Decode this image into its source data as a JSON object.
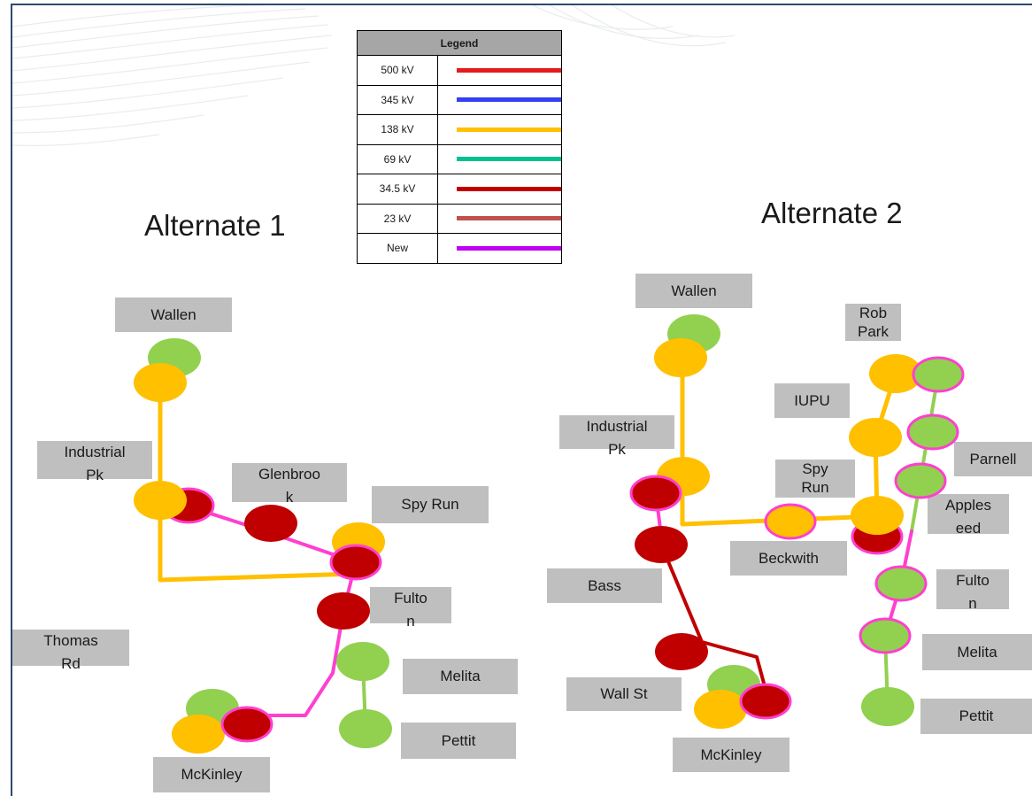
{
  "titles": {
    "alternate_1": "Alternate 1",
    "alternate_2": "Alternate 2"
  },
  "legend": {
    "title": "Legend",
    "items": [
      {
        "label": "500 kV",
        "color": "#e31b1b"
      },
      {
        "label": "345 kV",
        "color": "#3340f0"
      },
      {
        "label": "138 kV",
        "color": "#ffc000"
      },
      {
        "label": "69 kV",
        "color": "#00c08f"
      },
      {
        "label": "34.5 kV",
        "color": "#c00000"
      },
      {
        "label": "23 kV",
        "color": "#c0504d"
      },
      {
        "label": "New",
        "color": "#c000f0"
      }
    ]
  },
  "node_colors": {
    "orange": "#ffc000",
    "green": "#92d050",
    "dark_red": "#c00000",
    "pink_outline": "#ff3fcf"
  },
  "alternate_1": {
    "wallen": "Wallen",
    "industrial_pk": "Industrial\nPk",
    "glenbrook": "Glenbroo\nk",
    "spy_run": "Spy Run",
    "fulton": "Fulto\nn",
    "thomas_rd": "Thomas\nRd",
    "melita": "Melita",
    "pettit": "Pettit",
    "mckinley": "McKinley"
  },
  "alternate_2": {
    "wallen": "Wallen",
    "rob_park": "Rob\nPark",
    "iupu": "IUPU",
    "industrial_pk": "Industrial\nPk",
    "spy_run": "Spy\nRun",
    "parnell": "Parnell",
    "appleseed": "Apples\need",
    "beckwith": "Beckwith",
    "bass": "Bass",
    "fulton": "Fulto\nn",
    "melita": "Melita",
    "wall_st": "Wall St",
    "pettit": "Pettit",
    "mckinley": "McKinley"
  }
}
